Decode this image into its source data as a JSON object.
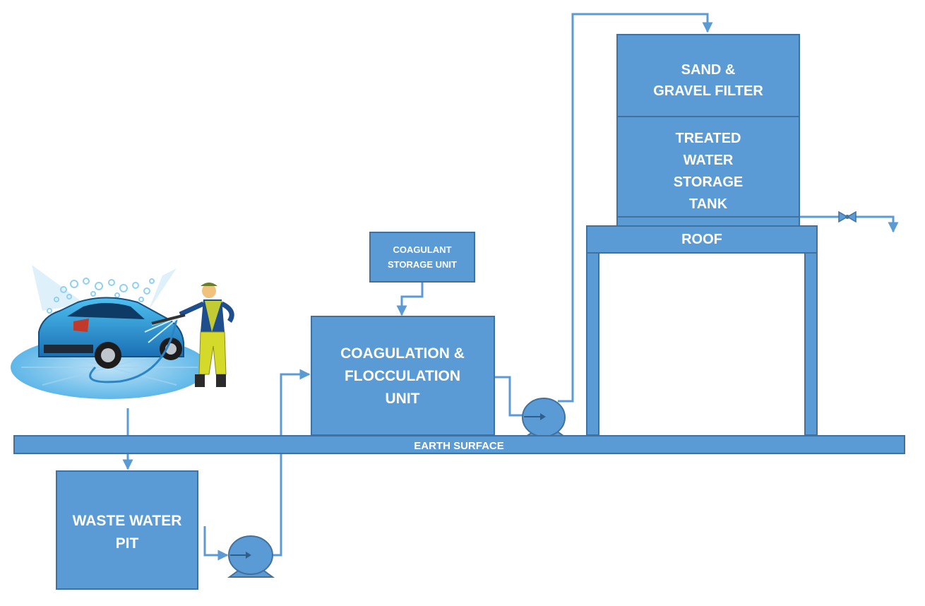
{
  "labels": {
    "sand_filter": [
      "SAND &",
      "GRAVEL FILTER"
    ],
    "storage_tank": [
      "TREATED",
      "WATER",
      "STORAGE",
      "TANK"
    ],
    "roof": "ROOF",
    "coagulant_unit": [
      "COAGULANT",
      "STORAGE UNIT"
    ],
    "coag_floc_unit": [
      "COAGULATION &",
      "FLOCCULATION",
      "UNIT"
    ],
    "earth_surface": "EARTH SURFACE",
    "waste_pit": [
      "WASTE WATER",
      "PIT"
    ]
  },
  "icons": {
    "car_wash": "car-wash-illustration-icon",
    "pump": "pump-icon",
    "valve": "valve-icon"
  },
  "colors": {
    "fill": "#5b9bd5",
    "stroke": "#41719c",
    "text": "#ffffff"
  }
}
